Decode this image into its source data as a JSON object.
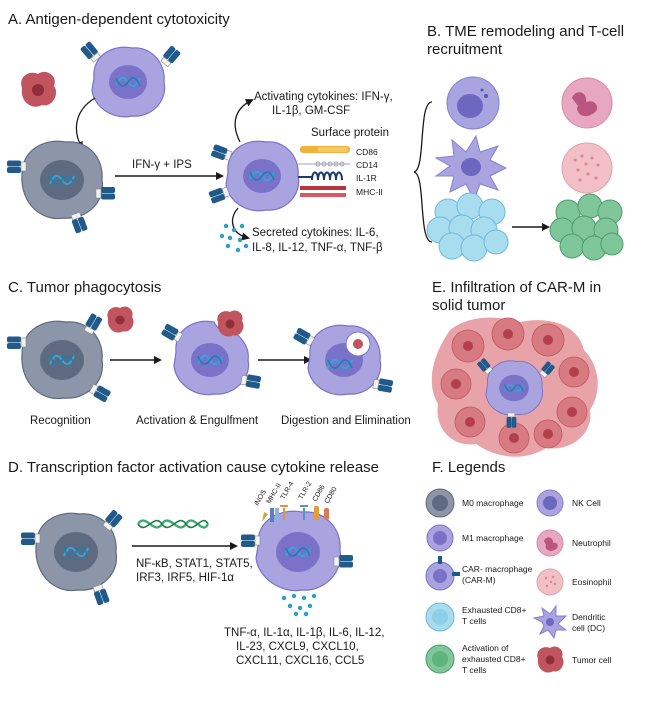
{
  "panels": {
    "a": {
      "title": "A. Antigen-dependent cytotoxicity",
      "stimulus": "IFN-γ + IPS",
      "activating_line1": "Activating cytokines: IFN-γ,",
      "activating_line2": "IL-1β, GM-CSF",
      "surface_title": "Surface protein",
      "surface_items": [
        "CD86",
        "CD14",
        "IL-1R",
        "MHC-II"
      ],
      "secreted_line1": "Secreted cytokines: IL-6,",
      "secreted_line2": "IL-8, IL-12, TNF-α, TNF-β"
    },
    "b": {
      "title_line1": "B. TME remodeling and T-cell",
      "title_line2": "recruitment"
    },
    "c": {
      "title": "C. Tumor phagocytosis",
      "step1": "Recognition",
      "step2": "Activation & Engulfment",
      "step3": "Digestion and Elimination"
    },
    "d": {
      "title": "D. Transcription factor activation cause cytokine release",
      "tf_line1": "NF-κB, STAT1, STAT5,",
      "tf_line2": "IRF3, IRF5, HIF-1α",
      "receptors": [
        "iNOS",
        "MHC-II",
        "TLR-4",
        "TLR-2",
        "CD86",
        "CD80"
      ],
      "cytokines": [
        "TNF-α, IL-1α, IL-1β, IL-6, IL-12,",
        "IL-23, CXCL9, CXCL10,",
        "CXCL11, CXCL16, CCL5"
      ]
    },
    "e": {
      "title_line1": "E. Infiltration of CAR-M in",
      "title_line2": "solid tumor"
    },
    "f": {
      "title": "F. Legends",
      "m0": "M0 macrophage",
      "m1": "M1 macrophage",
      "carm1": "CAR- macrophage",
      "carm2": "(CAR-M)",
      "exh1": "Exhausted CD8+",
      "exh2": "T cells",
      "act1": "Activation of",
      "act2": "exhausted CD8+",
      "act3": "T cells",
      "nk": "NK Cell",
      "neutrophil": "Neutrophil",
      "eosinophil": "Eosinophil",
      "dc1": "Dendritic",
      "dc2": "cell (DC)",
      "tumor": "Tumor cell"
    }
  },
  "colors": {
    "m0": "#8d96a8",
    "m0_nucleus": "#5e6a80",
    "m1": "#a9a4e0",
    "m1_nucleus": "#7a72c9",
    "car_blue": "#1f5a8a",
    "dna": "#2aa9d8",
    "tumor": "#c0555f",
    "tumor_light": "#e8a3a8",
    "neutrophil": "#e8a7c0",
    "eosinophil": "#f2bfc6",
    "tcell": "#a8dcef",
    "tcell_active": "#7fc79a"
  }
}
